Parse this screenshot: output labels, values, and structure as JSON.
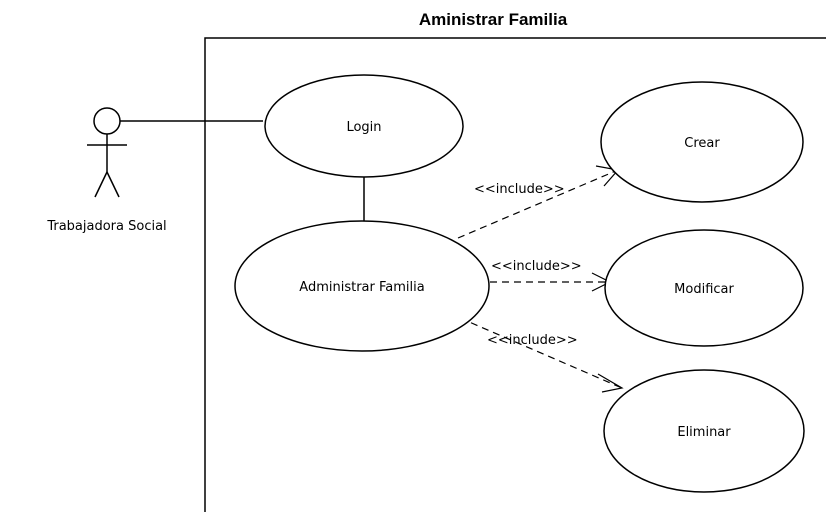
{
  "diagram": {
    "title": "Aministrar Familia",
    "actor": {
      "label": "Trabajadora Social"
    },
    "use_cases": {
      "login": "Login",
      "administrar": "Administrar Familia",
      "crear": "Crear",
      "modificar": "Modificar",
      "eliminar": "Eliminar"
    },
    "relations": {
      "include_crear": "<<include>>",
      "include_modificar": "<<include>>",
      "include_eliminar": "<<include>>"
    }
  }
}
